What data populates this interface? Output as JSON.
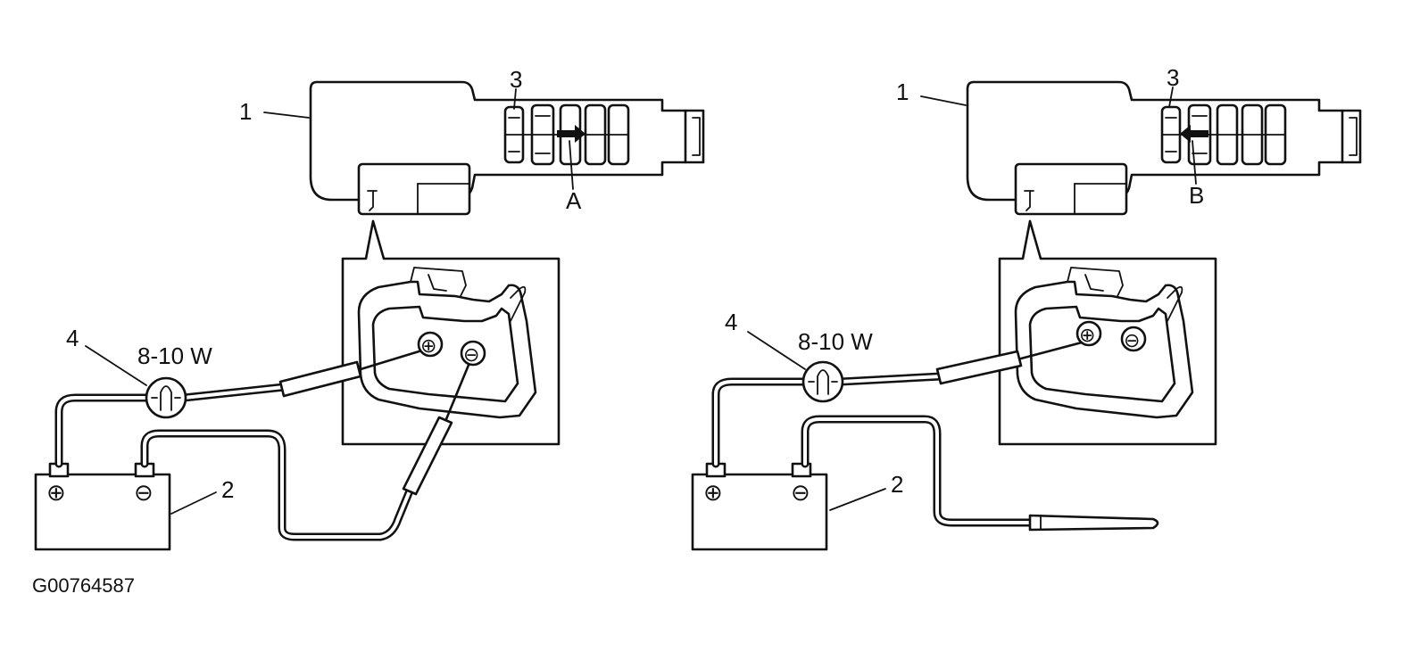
{
  "figure_code": "G00764587",
  "left": {
    "callouts": {
      "c1": "1",
      "c2": "2",
      "c3": "3",
      "c4": "4",
      "marker": "A"
    },
    "lamp_rating": "8-10 W",
    "battery": {
      "plus": "⊕",
      "minus": "⊖"
    },
    "connector": {
      "plus": "⊕",
      "minus": "⊖"
    }
  },
  "right": {
    "callouts": {
      "c1": "1",
      "c2": "2",
      "c3": "3",
      "c4": "4",
      "marker": "B"
    },
    "lamp_rating": "8-10 W",
    "battery": {
      "plus": "⊕",
      "minus": "⊖"
    },
    "connector": {
      "plus": "⊕",
      "minus": "⊖"
    }
  }
}
